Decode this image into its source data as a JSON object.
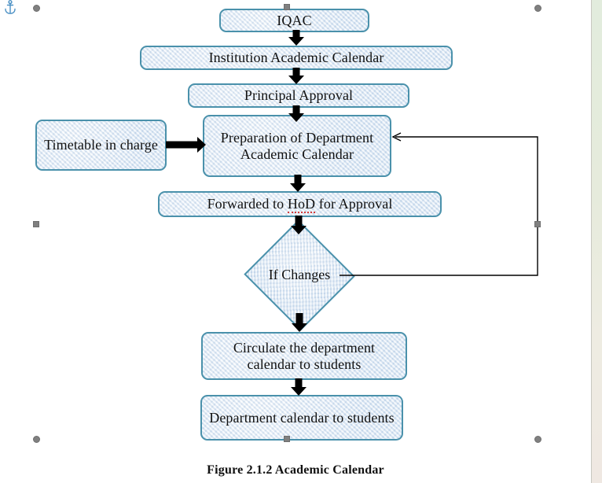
{
  "document": {
    "caption": "Figure 2.1.2 Academic Calendar",
    "anchor_icon": "anchor-icon"
  },
  "theme": {
    "node_border": "#4a91ab",
    "node_fill": "#dde9f5",
    "text_color": "#111111",
    "arrow_color": "#000000",
    "handle_color": "#808080",
    "page_edge": "#c8c8c0"
  },
  "flowchart": {
    "title": "Academic Calendar",
    "nodes": [
      {
        "id": "iqac",
        "type": "process",
        "label": "IQAC"
      },
      {
        "id": "institution-academic-calendar",
        "type": "process",
        "label": "Institution Academic Calendar"
      },
      {
        "id": "principal-approval",
        "type": "process",
        "label": "Principal Approval"
      },
      {
        "id": "timetable-in-charge",
        "type": "process",
        "label": "Timetable in charge"
      },
      {
        "id": "preparation-of-department-academic-calendar",
        "type": "process",
        "label": "Preparation of Department Academic Calendar"
      },
      {
        "id": "forwarded-to-hod-for-approval",
        "type": "process",
        "label_before": "Forwarded to ",
        "label_misspelled": "HoD",
        "label_after": " for Approval",
        "label": "Forwarded to HoD for Approval"
      },
      {
        "id": "if-changes",
        "type": "decision",
        "label": "If Changes"
      },
      {
        "id": "circulate-the-department-calendar-to-students",
        "type": "process",
        "label": "Circulate the department calendar to students"
      },
      {
        "id": "department-calendar-to-students",
        "type": "process",
        "label": "Department calendar to students"
      }
    ],
    "connectors": [
      {
        "from": "iqac",
        "to": "institution-academic-calendar",
        "style": "block-arrow-down"
      },
      {
        "from": "institution-academic-calendar",
        "to": "principal-approval",
        "style": "block-arrow-down"
      },
      {
        "from": "principal-approval",
        "to": "preparation-of-department-academic-calendar",
        "style": "block-arrow-down"
      },
      {
        "from": "timetable-in-charge",
        "to": "preparation-of-department-academic-calendar",
        "style": "block-arrow-right"
      },
      {
        "from": "preparation-of-department-academic-calendar",
        "to": "forwarded-to-hod-for-approval",
        "style": "block-arrow-down"
      },
      {
        "from": "forwarded-to-hod-for-approval",
        "to": "if-changes",
        "style": "block-arrow-down"
      },
      {
        "from": "if-changes",
        "to": "circulate-the-department-calendar-to-students",
        "style": "block-arrow-down"
      },
      {
        "from": "if-changes",
        "to": "preparation-of-department-academic-calendar",
        "style": "thin-polyline-feedback"
      },
      {
        "from": "circulate-the-department-calendar-to-students",
        "to": "department-calendar-to-students",
        "style": "block-arrow-down"
      }
    ]
  },
  "selection": {
    "state": "object-selected",
    "handles": [
      {
        "name": "handle-top-center",
        "shape": "square"
      },
      {
        "name": "handle-top-left",
        "shape": "round"
      },
      {
        "name": "handle-top-right",
        "shape": "round"
      },
      {
        "name": "handle-middle-left",
        "shape": "square"
      },
      {
        "name": "handle-middle-right",
        "shape": "square"
      },
      {
        "name": "handle-bottom-left",
        "shape": "round"
      },
      {
        "name": "handle-bottom-center",
        "shape": "square"
      },
      {
        "name": "handle-bottom-right",
        "shape": "round"
      }
    ]
  }
}
